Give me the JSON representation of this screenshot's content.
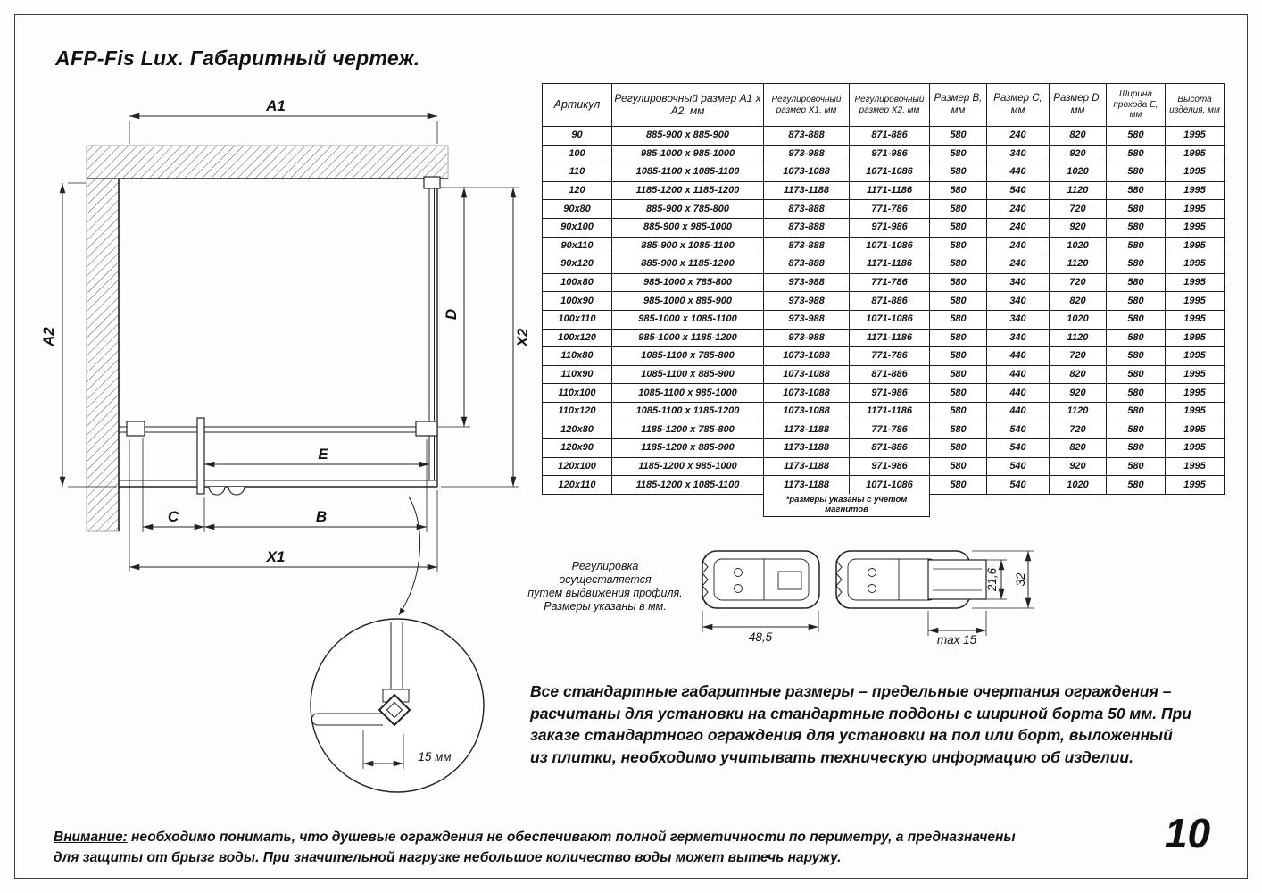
{
  "page": {
    "title": "AFP-Fis Lux. Габаритный чертеж.",
    "number": "10"
  },
  "table": {
    "headers": [
      "Артикул",
      "Регулировочный размер А1 х А2, мм",
      "Регулировочный размер Х1, мм",
      "Регулировочный размер Х2, мм",
      "Размер В, мм",
      "Размер С, мм",
      "Размер D, мм",
      "Ширина прохода Е, мм",
      "Высота изделия, мм"
    ],
    "rows": [
      [
        "90",
        "885-900 x 885-900",
        "873-888",
        "871-886",
        "580",
        "240",
        "820",
        "580",
        "1995"
      ],
      [
        "100",
        "985-1000 x 985-1000",
        "973-988",
        "971-986",
        "580",
        "340",
        "920",
        "580",
        "1995"
      ],
      [
        "110",
        "1085-1100 x 1085-1100",
        "1073-1088",
        "1071-1086",
        "580",
        "440",
        "1020",
        "580",
        "1995"
      ],
      [
        "120",
        "1185-1200 x 1185-1200",
        "1173-1188",
        "1171-1186",
        "580",
        "540",
        "1120",
        "580",
        "1995"
      ],
      [
        "90x80",
        "885-900 x 785-800",
        "873-888",
        "771-786",
        "580",
        "240",
        "720",
        "580",
        "1995"
      ],
      [
        "90x100",
        "885-900 x 985-1000",
        "873-888",
        "971-986",
        "580",
        "240",
        "920",
        "580",
        "1995"
      ],
      [
        "90x110",
        "885-900 x 1085-1100",
        "873-888",
        "1071-1086",
        "580",
        "240",
        "1020",
        "580",
        "1995"
      ],
      [
        "90x120",
        "885-900 x 1185-1200",
        "873-888",
        "1171-1186",
        "580",
        "240",
        "1120",
        "580",
        "1995"
      ],
      [
        "100x80",
        "985-1000 x 785-800",
        "973-988",
        "771-786",
        "580",
        "340",
        "720",
        "580",
        "1995"
      ],
      [
        "100x90",
        "985-1000 x 885-900",
        "973-988",
        "871-886",
        "580",
        "340",
        "820",
        "580",
        "1995"
      ],
      [
        "100x110",
        "985-1000 x 1085-1100",
        "973-988",
        "1071-1086",
        "580",
        "340",
        "1020",
        "580",
        "1995"
      ],
      [
        "100x120",
        "985-1000 x 1185-1200",
        "973-988",
        "1171-1186",
        "580",
        "340",
        "1120",
        "580",
        "1995"
      ],
      [
        "110x80",
        "1085-1100 x 785-800",
        "1073-1088",
        "771-786",
        "580",
        "440",
        "720",
        "580",
        "1995"
      ],
      [
        "110x90",
        "1085-1100 x 885-900",
        "1073-1088",
        "871-886",
        "580",
        "440",
        "820",
        "580",
        "1995"
      ],
      [
        "110x100",
        "1085-1100 x 985-1000",
        "1073-1088",
        "971-986",
        "580",
        "440",
        "920",
        "580",
        "1995"
      ],
      [
        "110x120",
        "1085-1100 x 1185-1200",
        "1073-1088",
        "1171-1186",
        "580",
        "440",
        "1120",
        "580",
        "1995"
      ],
      [
        "120x80",
        "1185-1200 x 785-800",
        "1173-1188",
        "771-786",
        "580",
        "540",
        "720",
        "580",
        "1995"
      ],
      [
        "120x90",
        "1185-1200 x 885-900",
        "1173-1188",
        "871-886",
        "580",
        "540",
        "820",
        "580",
        "1995"
      ],
      [
        "120x100",
        "1185-1200 x 985-1000",
        "1173-1188",
        "971-986",
        "580",
        "540",
        "920",
        "580",
        "1995"
      ],
      [
        "120x110",
        "1185-1200 x 1085-1100",
        "1173-1188",
        "1071-1086",
        "580",
        "540",
        "1020",
        "580",
        "1995"
      ]
    ],
    "footnote": "*размеры указаны с учетом магнитов"
  },
  "drawing": {
    "dims": {
      "a1": "A1",
      "a2": "A2",
      "x1": "X1",
      "x2": "X2",
      "b": "B",
      "c": "C",
      "d": "D",
      "e": "E",
      "detail": "15 мм"
    },
    "note_lines": [
      "Регулировка осуществляется",
      "путем выдвижения профиля.",
      "Размеры указаны в мм."
    ]
  },
  "profiles": {
    "width": "48,5",
    "height_inner": "21,6",
    "height_outer": "32",
    "max": "max 15"
  },
  "info": {
    "lines": [
      "Все стандартные габаритные размеры – предельные очертания ограждения –",
      "расчитаны для установки на стандартные поддоны с шириной борта 50 мм. При",
      "заказе стандартного ограждения для установки на пол или борт, выложенный",
      "из плитки, необходимо учитывать техническую информацию об изделии."
    ]
  },
  "warning": {
    "label": "Внимание:",
    "line1": " необходимо понимать, что душевые ограждения не обеспечивают полной герметичности по периметру, а предназначены",
    "line2": "для защиты от брызг воды. При значительной нагрузке небольшое количество воды может вытечь наружу."
  }
}
